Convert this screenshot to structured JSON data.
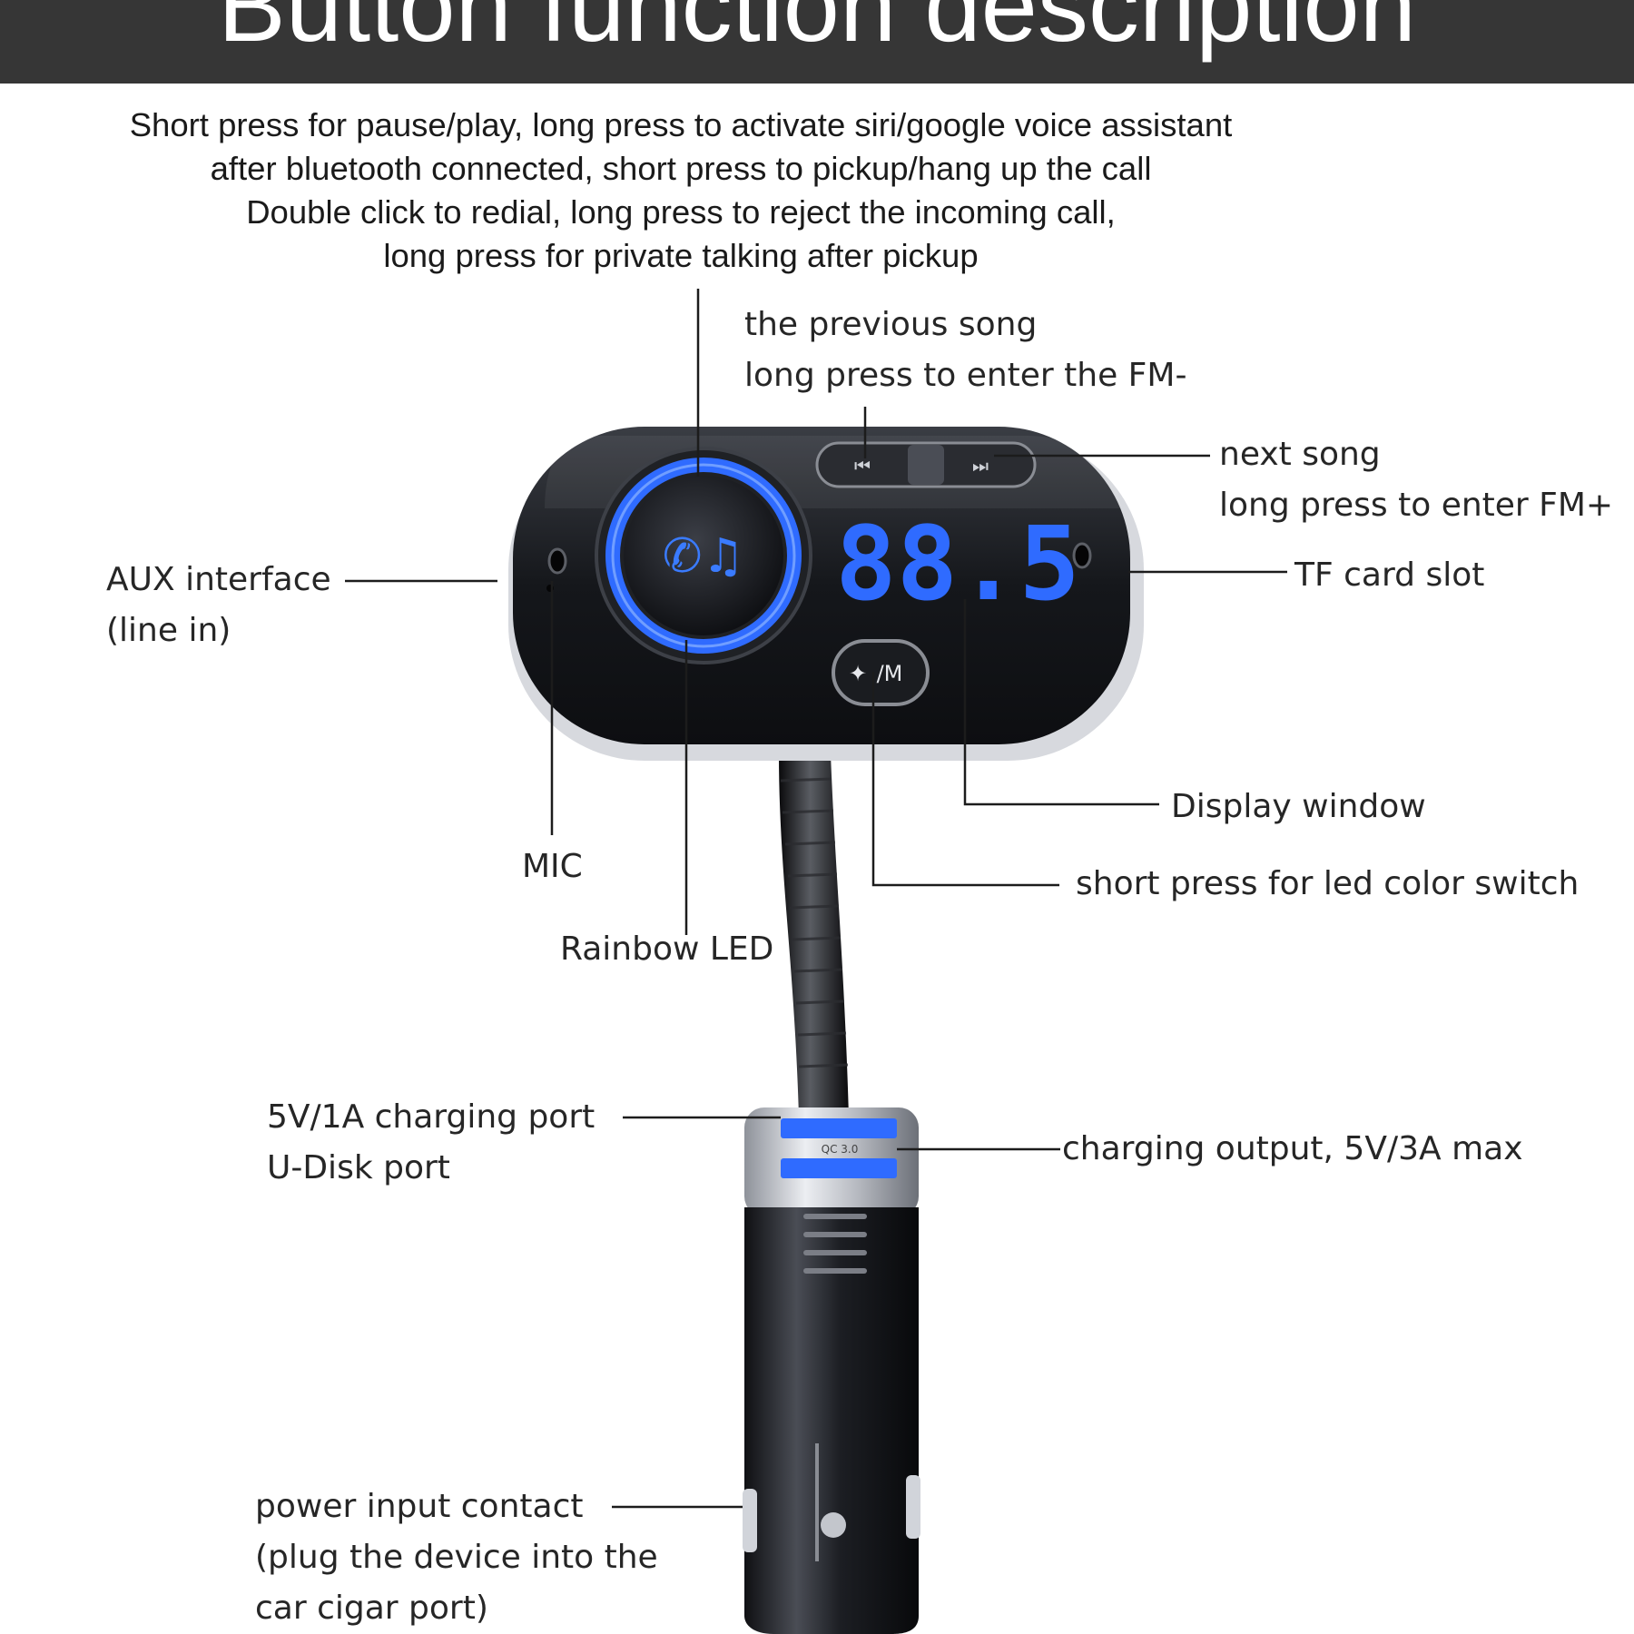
{
  "header": {
    "title": "Button function description"
  },
  "description": {
    "lines": [
      "Short press for pause/play, long press to activate siri/google voice assistant",
      "after bluetooth connected, short press to pickup/hang up the call",
      "Double click to redial, long press to reject the incoming call,",
      "long press for private talking after pickup"
    ]
  },
  "labels": {
    "previous_song": [
      "the previous song",
      "long press to enter the FM-"
    ],
    "next_song": [
      "next song",
      "long press to enter FM+"
    ],
    "aux": [
      "AUX interface",
      "(line in)"
    ],
    "tf_card": "TF card slot",
    "display": "Display window",
    "led_switch": "short press for led color switch",
    "mic": "MIC",
    "rainbow_led": "Rainbow LED",
    "charging_port": [
      "5V/1A charging port",
      "U-Disk port"
    ],
    "charging_output": "charging output, 5V/3A max",
    "power_input": [
      "power input contact",
      "(plug the device into the",
      "car cigar port)"
    ]
  },
  "device": {
    "display_value": "88.5",
    "center_button_icon": "phone-music-icon",
    "mode_button_text": "/M",
    "qc_text": "QC 3.0"
  },
  "colors": {
    "header": "#363636",
    "accent_blue": "#2f6bff",
    "device_body": "#1b1d22",
    "chrome": "#c9ccd2"
  }
}
